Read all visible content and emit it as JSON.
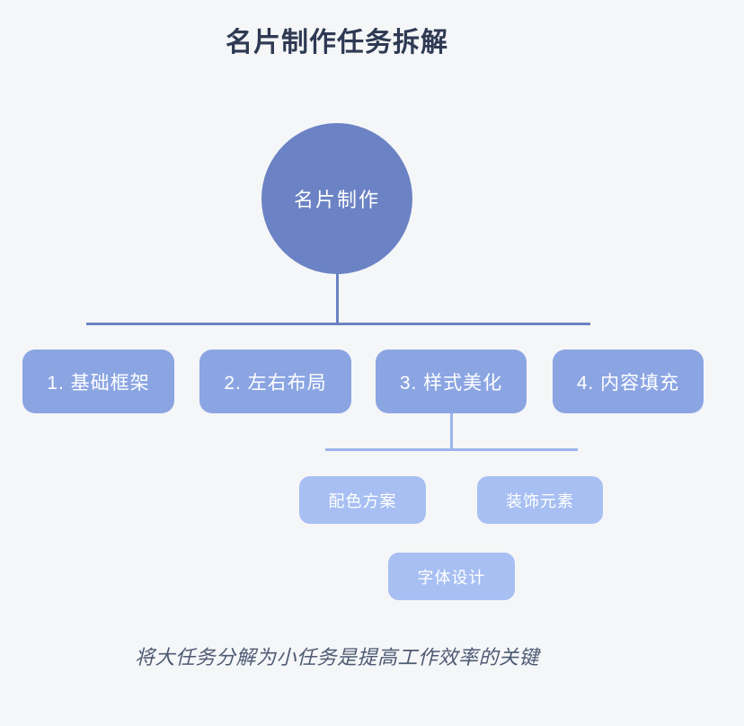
{
  "page": {
    "title": "名片制作任务拆解",
    "footer_note": "将大任务分解为小任务是提高工作效率的关键"
  },
  "diagram": {
    "root": {
      "label": "名片制作"
    },
    "level1": [
      {
        "label": "1. 基础框架"
      },
      {
        "label": "2. 左右布局"
      },
      {
        "label": "3. 样式美化"
      },
      {
        "label": "4. 内容填充"
      }
    ],
    "level2": [
      {
        "label": "配色方案"
      },
      {
        "label": "装饰元素"
      },
      {
        "label": "字体设计"
      }
    ],
    "colors": {
      "background": "#f5f6f8",
      "title_text": "#2e3a53",
      "footer_text": "#4e5a73",
      "node_text": "#ffffff",
      "root_node": "#6b83c4",
      "level1_node": "#8ba5e3",
      "level2_node": "#a7bff2",
      "connector_primary": "#6b83c4",
      "connector_secondary": "#9db4ec"
    }
  }
}
